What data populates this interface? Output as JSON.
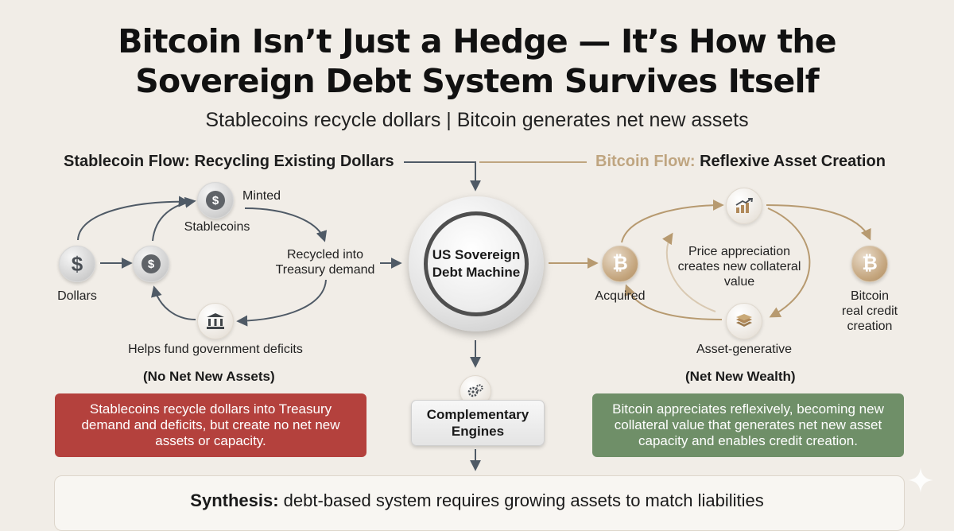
{
  "title": {
    "line1": "Bitcoin Isn’t Just a Hedge — It’s How the",
    "line2": "Sovereign Debt System Survives Itself"
  },
  "subtitle": "Stablecoins recycle dollars | Bitcoin generates net new assets",
  "stablecoin_flow": {
    "heading": "Stablecoin Flow: Recycling Existing Dollars",
    "nodes": {
      "dollars": "Dollars",
      "stablecoins": "Stablecoins",
      "minted": "Minted",
      "recycled_line1": "Recycled into",
      "recycled_line2": "Treasury demand",
      "helps_fund": "Helps fund government deficits"
    },
    "tag": "(No Net New Assets)",
    "summary": "Stablecoins recycle dollars into Treasury demand and deficits, but create no net new assets or capacity."
  },
  "center": {
    "machine_line1": "US Sovereign",
    "machine_line2": "Debt Machine",
    "engines_line1": "Complementary",
    "engines_line2": "Engines"
  },
  "bitcoin_flow": {
    "heading_accent": "Bitcoin Flow:",
    "heading_rest": "Reflexive Asset Creation",
    "nodes": {
      "acquired": "Acquired",
      "price_line1": "Price appreciation",
      "price_line2": "creates new collateral",
      "price_line3": "value",
      "asset_generative": "Asset-generative",
      "credit_line1": "Bitcoin",
      "credit_line2": "real credit",
      "credit_line3": "creation"
    },
    "tag": "(Net New Wealth)",
    "summary": "Bitcoin appreciates reflexively, becoming new collateral value that generates net new asset capacity and enables credit creation."
  },
  "synthesis": {
    "label": "Synthesis:",
    "text": " debt-based system requires growing assets to match liabilities"
  },
  "icons": {
    "dollar": "dollar-icon",
    "stablecoin": "stablecoin-icon",
    "bank": "bank-icon",
    "bitcoin": "bitcoin-icon",
    "chart": "chart-up-icon",
    "layers": "layers-icon",
    "gears": "gears-icon",
    "sparkle": "sparkle-icon"
  },
  "colors": {
    "background": "#f1ede7",
    "stablecoin_box": "#b4413d",
    "bitcoin_box": "#6f8f68",
    "bitcoin_accent": "#bfa580",
    "arrow_grey": "#4f5a66"
  }
}
